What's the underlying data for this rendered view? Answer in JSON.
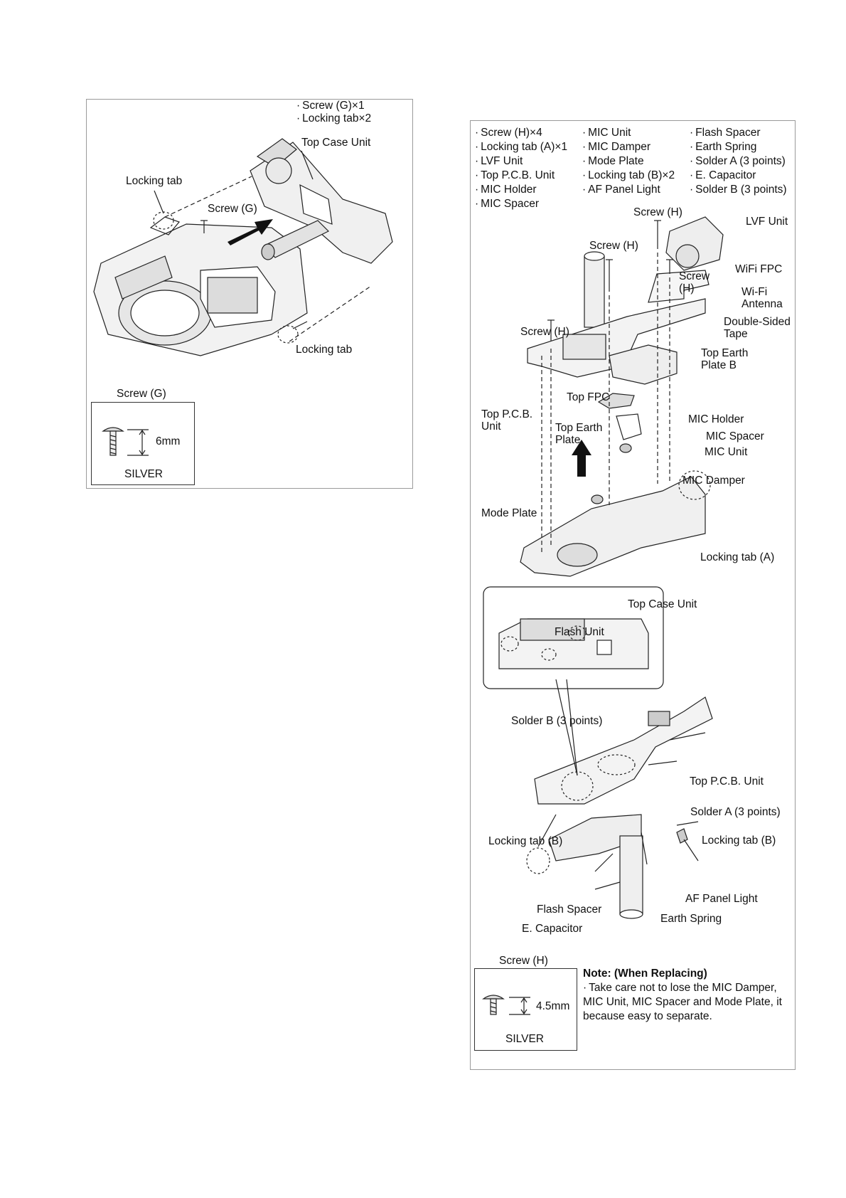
{
  "left_panel": {
    "spec_list": [
      "Screw (G)×1",
      "Locking tab×2"
    ],
    "labels": {
      "top_case_unit": "Top Case Unit",
      "locking_tab_upper": "Locking tab",
      "screw_g": "Screw (G)",
      "locking_tab_lower": "Locking tab"
    },
    "screw_spec": {
      "title": "Screw (G)",
      "length": "6mm",
      "color": "SILVER"
    }
  },
  "right_panel": {
    "spec_columns": [
      [
        "Screw (H)×4",
        "Locking tab (A)×1",
        "LVF Unit",
        "Top P.C.B. Unit",
        "MIC Holder",
        "MIC Spacer"
      ],
      [
        "MIC Unit",
        "MIC Damper",
        "Mode Plate",
        "Locking tab (B)×2",
        "AF Panel Light"
      ],
      [
        "Flash Spacer",
        "Earth Spring",
        "Solder A (3 points)",
        "E. Capacitor",
        "Solder B (3 points)"
      ]
    ],
    "labels": {
      "screw_h_top": "Screw (H)",
      "lvf_unit": "LVF Unit",
      "screw_h_center": "Screw (H)",
      "screw_h_right": "Screw (H)",
      "wifi_fpc": "WiFi FPC",
      "wifi_antenna": "Wi-Fi Antenna",
      "double_sided_tape": "Double-Sided Tape",
      "screw_h_left": "Screw (H)",
      "top_earth_plate_b": "Top Earth Plate B",
      "top_fpc": "Top FPC",
      "top_pcb_unit": "Top P.C.B. Unit",
      "top_earth_plate": "Top Earth Plate",
      "mic_holder": "MIC Holder",
      "mic_spacer": "MIC Spacer",
      "mic_unit": "MIC Unit",
      "mic_damper": "MIC Damper",
      "mode_plate": "Mode Plate",
      "locking_tab_a": "Locking tab (A)",
      "top_case_unit": "Top Case Unit",
      "flash_unit": "Flash Unit",
      "solder_b": "Solder B (3 points)",
      "top_pcb_unit_lower": "Top P.C.B. Unit",
      "solder_a": "Solder A (3 points)",
      "locking_tab_b_left": "Locking tab (B)",
      "locking_tab_b_right": "Locking tab (B)",
      "af_panel_light": "AF Panel Light",
      "flash_spacer": "Flash Spacer",
      "earth_spring": "Earth Spring",
      "e_capacitor": "E. Capacitor"
    },
    "screw_spec": {
      "title": "Screw (H)",
      "length": "4.5mm",
      "color": "SILVER"
    },
    "note": {
      "title": "Note: (When Replacing)",
      "text": "Take care not to lose the MIC Damper, MIC Unit, MIC Spacer and Mode Plate, it because easy to separate."
    }
  }
}
